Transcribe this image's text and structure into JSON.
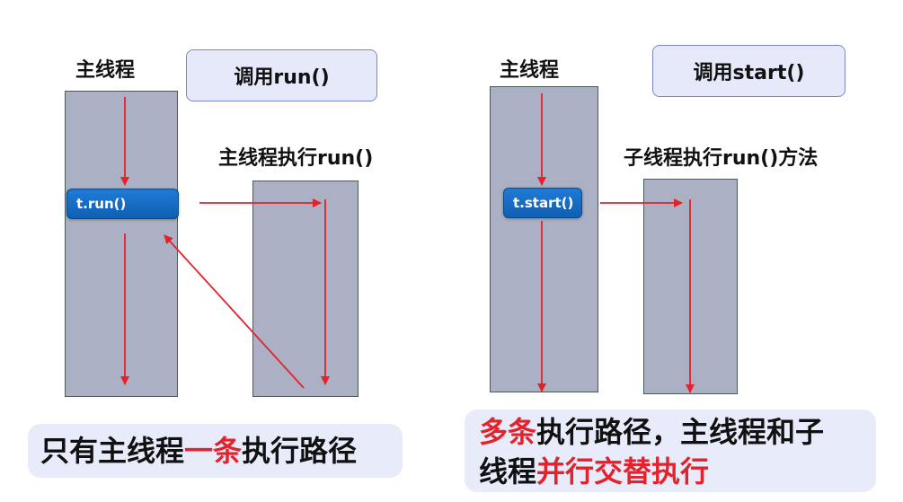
{
  "left": {
    "main_label": "主线程",
    "call_box": "调用run()",
    "sub_label": "主线程执行run()",
    "call_button": "t.run()",
    "summary": {
      "part1": "只有主线程",
      "part2_red": "一条",
      "part3": "执行路径"
    }
  },
  "right": {
    "main_label": "主线程",
    "call_box": "调用start()",
    "sub_label": "子线程执行run()方法",
    "call_button": "t.start()",
    "summary": {
      "line1_red": "多条",
      "line1_rest": "执行路径，主线程和子",
      "line2_start": "线程",
      "line2_red": "并行交替执行"
    }
  },
  "colors": {
    "arrow": "#e4222b",
    "bar_fill": "#acb0c4",
    "bar_border": "#4a5a55",
    "callout_fill": "#e6e9fa",
    "button_fill": "#1a6fc4"
  }
}
